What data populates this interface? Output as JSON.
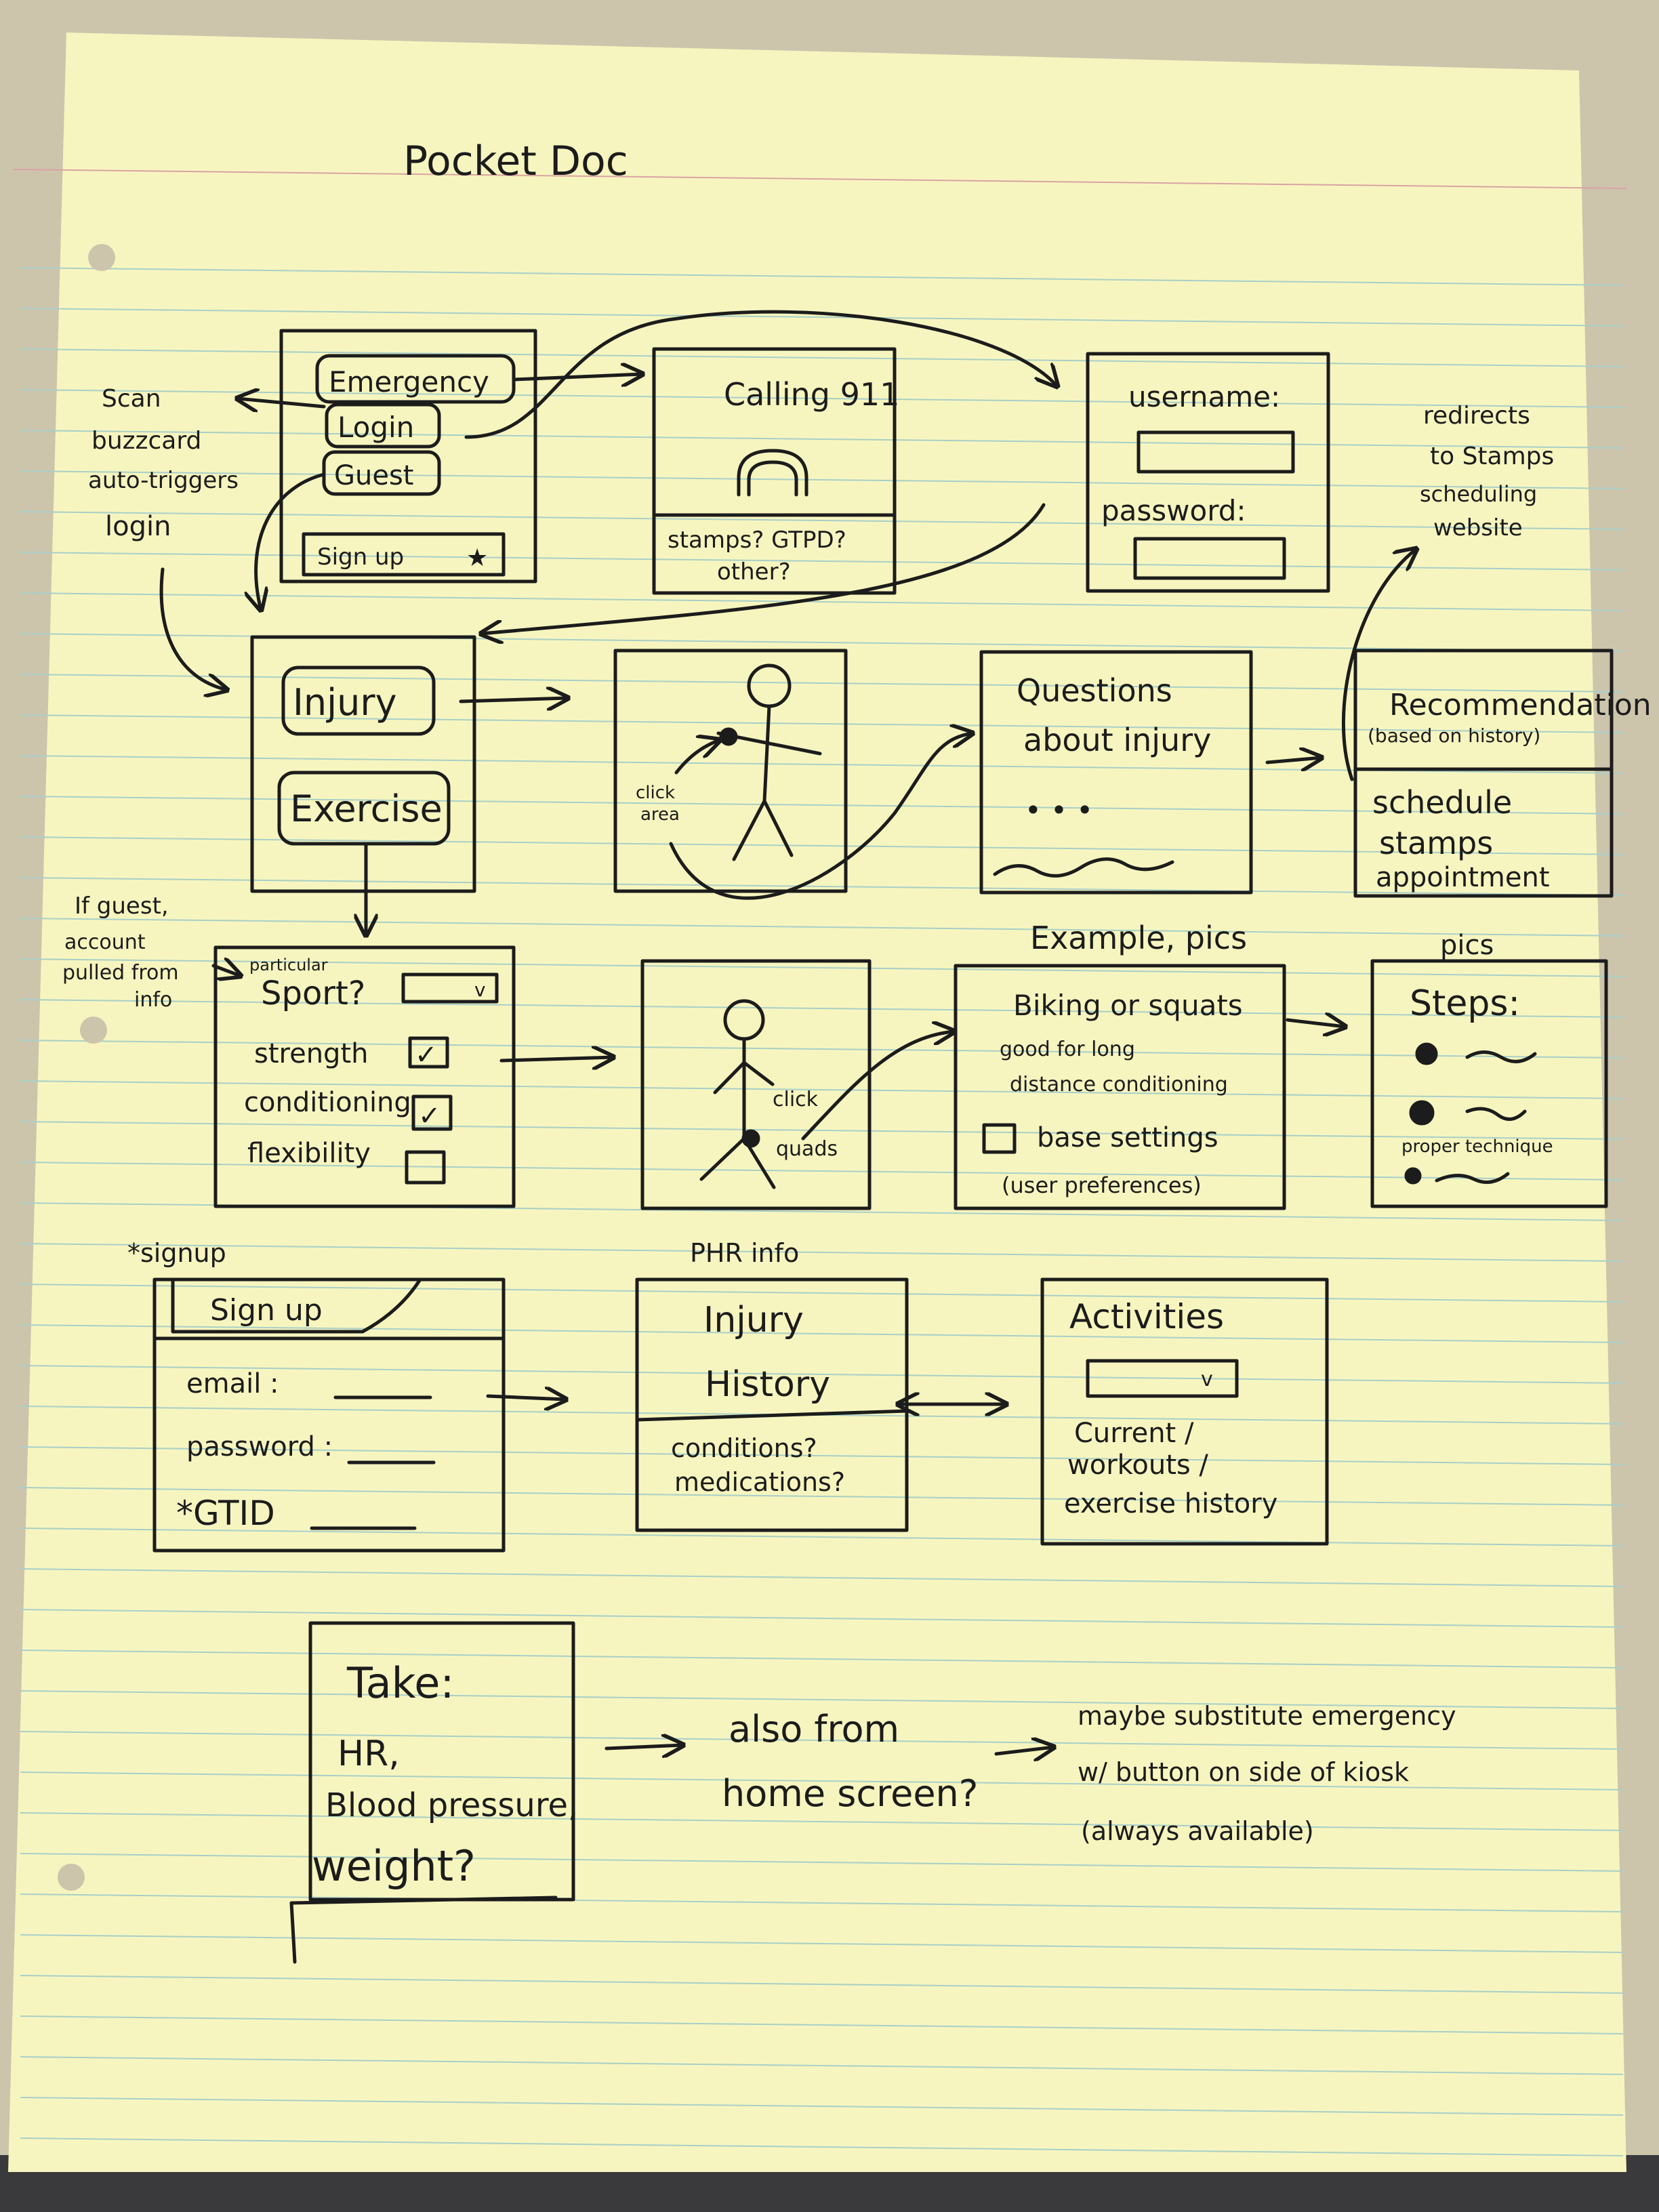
{
  "title": "Pocket Doc",
  "side_notes": {
    "scan": [
      "Scan",
      "buzzcard",
      "auto-triggers",
      "login"
    ],
    "guest": [
      "If guest,",
      "account",
      "pulled from",
      "info"
    ],
    "redirect": [
      "redirects",
      "to Stamps",
      "scheduling",
      "website"
    ],
    "signup_marker": "*signup",
    "example_pics": "Example, pics",
    "pics": "pics",
    "phr_info": "PHR info"
  },
  "screens": {
    "home": {
      "emergency": "Emergency",
      "login": "Login",
      "guest": "Guest",
      "signup": "Sign up",
      "star": "★"
    },
    "calling": {
      "title": "Calling 911",
      "footer": [
        "stamps? GTPD?",
        "other?"
      ]
    },
    "login": {
      "username_label": "username:",
      "password_label": "password:"
    },
    "menu": {
      "injury": "Injury",
      "exercise": "Exercise"
    },
    "body_injury": {
      "annotation": [
        "click",
        "area"
      ]
    },
    "questions": {
      "line1": "Questions",
      "line2": "about injury",
      "dots": "• • •",
      "squiggle": "~~~~~~"
    },
    "recommendation": {
      "title": "Recommendation",
      "subtitle": "(based on history)",
      "body": [
        "schedule",
        "stamps",
        "appointment"
      ]
    },
    "exercise_form": {
      "particular": "particular",
      "sport": "Sport?",
      "strength": "strength",
      "conditioning": "conditioning",
      "flexibility": "flexibility",
      "check": "✓",
      "dropdown": "v"
    },
    "body_exercise": {
      "annotation": [
        "click",
        "quads"
      ]
    },
    "example": {
      "title": "Biking or squats",
      "line1": "good for long",
      "line2": "distance conditioning",
      "base": "base settings",
      "prefs": "(user preferences)"
    },
    "steps": {
      "title": "Steps:",
      "technique": "proper technique"
    },
    "signup_form": {
      "tab": "Sign up",
      "email": "email :",
      "password": "password :",
      "gtid": "*GTID"
    },
    "phr": {
      "line1": "Injury",
      "line2": "History",
      "footer": [
        "conditions?",
        "medications?"
      ]
    },
    "activities": {
      "title": "Activities",
      "dropdown": "v",
      "body": [
        "Current /",
        "workouts /",
        "exercise history"
      ]
    },
    "vitals": {
      "line1": "Take:",
      "line2": "HR,",
      "line3": "Blood pressure,",
      "line4": "weight?"
    }
  },
  "bottom_notes": {
    "also": [
      "also from",
      "home screen?"
    ],
    "maybe": [
      "maybe substitute emergency",
      "w/ button on side of kiosk",
      "(always available)"
    ]
  },
  "colors": {
    "paper": "#f7f5bf",
    "line": "#a8cfc8",
    "margin": "#d9a3a3",
    "ink": "#1c1c1c",
    "background": "#cfc6b0"
  }
}
